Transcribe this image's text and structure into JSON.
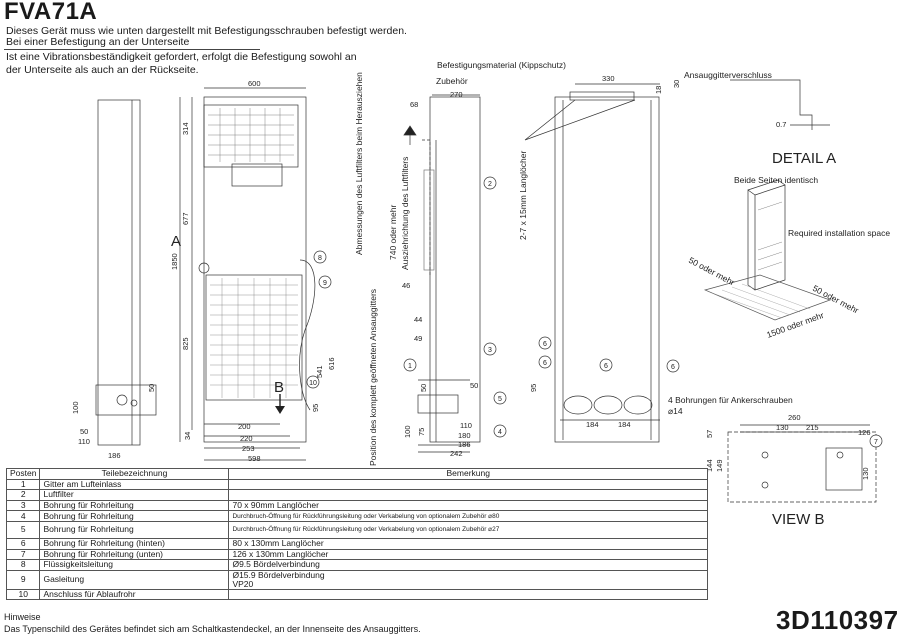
{
  "header": {
    "model": "FVA71A",
    "line1": "Dieses Gerät muss wie unten dargestellt mit Befestigungsschrauben befestigt werden.",
    "line2": "Bei einer Befestigung an der Unterseite",
    "line3": "Ist eine Vibrationsbeständigkeit gefordert, erfolgt die Befestigung sowohl an",
    "line4": "der Unterseite als auch an der Rückseite."
  },
  "labels": {
    "befestigungsmaterial": "Befestigungsmaterial (Kippschutz)",
    "zubehoer": "Zubehör",
    "ansauggitterverschluss": "Ansauggitterverschluss",
    "detail_a": "DETAIL A",
    "beide_seiten": "Beide Seiten identisch",
    "required_space": "Required installation space",
    "view_b": "VIEW B",
    "bohrungen": "4 Bohrungen für Ankerschrauben",
    "bohrungen_dia": "⌀14",
    "a": "A",
    "b": "B",
    "v_abmessungen": "Abmessungen des Luftfilters beim Herausziehen",
    "v_740": "740 oder mehr",
    "v_ausziehrichtung": "Ausziehrichtung des Luftfilters",
    "v_langloecher": "2-7 x 15mm Langlöcher",
    "v_position": "Position des komplett geöffneten Ansauggitters",
    "space_50a": "50 oder mehr",
    "space_50b": "50 oder mehr",
    "space_1500": "1500 oder mehr"
  },
  "dimensions": {
    "d600": "600",
    "d314": "314",
    "d677": "677",
    "d1850": "1850",
    "d825": "825",
    "d34": "34",
    "d200": "200",
    "d220": "220",
    "d253": "253",
    "d598": "598",
    "d541": "541",
    "d616": "616",
    "d95": "95",
    "d100": "100",
    "d50a": "50",
    "d110": "110",
    "d186": "186",
    "d50b": "50",
    "d68": "68",
    "d270": "270",
    "d46": "46",
    "d44": "44",
    "d49": "49",
    "d50c": "50",
    "d50d": "50",
    "d100b": "100",
    "d75": "75",
    "d110b": "110",
    "d180": "180",
    "d186b": "186",
    "d242": "242",
    "d330": "330",
    "d18": "18",
    "d30": "30",
    "d07": "0.7",
    "d95b": "95",
    "d184a": "184",
    "d184b": "184",
    "d260": "260",
    "d130a": "130",
    "d215": "215",
    "d126": "126",
    "d57": "57",
    "d144": "144",
    "d149": "149",
    "d130b": "130"
  },
  "balloons": [
    "1",
    "2",
    "3",
    "4",
    "5",
    "6",
    "6",
    "6",
    "6",
    "7",
    "8",
    "9",
    "10"
  ],
  "table": {
    "headers": [
      "Posten",
      "Teilebezeichnung",
      "Bemerkung"
    ],
    "rows": [
      {
        "pos": "1",
        "name": "Gitter am Lufteinlass",
        "remark": ""
      },
      {
        "pos": "2",
        "name": "Luftfilter",
        "remark": ""
      },
      {
        "pos": "3",
        "name": "Bohrung für Rohrleitung",
        "remark": "70 x 90mm Langlöcher"
      },
      {
        "pos": "4",
        "name": "Bohrung für Rohrleitung",
        "remark": "Durchbruch-Öffnung für Rückführungsleitung oder Verkabelung von optionalem Zubehör  ⌀80"
      },
      {
        "pos": "5",
        "name": "Bohrung für Rohrleitung",
        "remark": "Durchbruch-Öffnung für Rückführungsleitung oder Verkabelung von optionalem Zubehör  ⌀27"
      },
      {
        "pos": "6",
        "name": "Bohrung für Rohrleitung (hinten)",
        "remark": "80 x 130mm Langlöcher"
      },
      {
        "pos": "7",
        "name": "Bohrung für Rohrleitung (unten)",
        "remark": "126 x 130mm Langlöcher"
      },
      {
        "pos": "8",
        "name": "Flüssigkeitsleitung",
        "remark": "Ø9.5  Bördelverbindung"
      },
      {
        "pos": "9",
        "name": "Gasleitung",
        "remark": "Ø15.9  Bördelverbindung",
        "remark2": "VP20"
      },
      {
        "pos": "10",
        "name": "Anschluss für Ablaufrohr",
        "remark": ""
      }
    ]
  },
  "footer": {
    "hinweise": "Hinweise",
    "note": "Das Typenschild des Gerätes befindet sich am Schaltkastendeckel, an der Innenseite des Ansauggitters.",
    "doc_number": "3D110397"
  }
}
